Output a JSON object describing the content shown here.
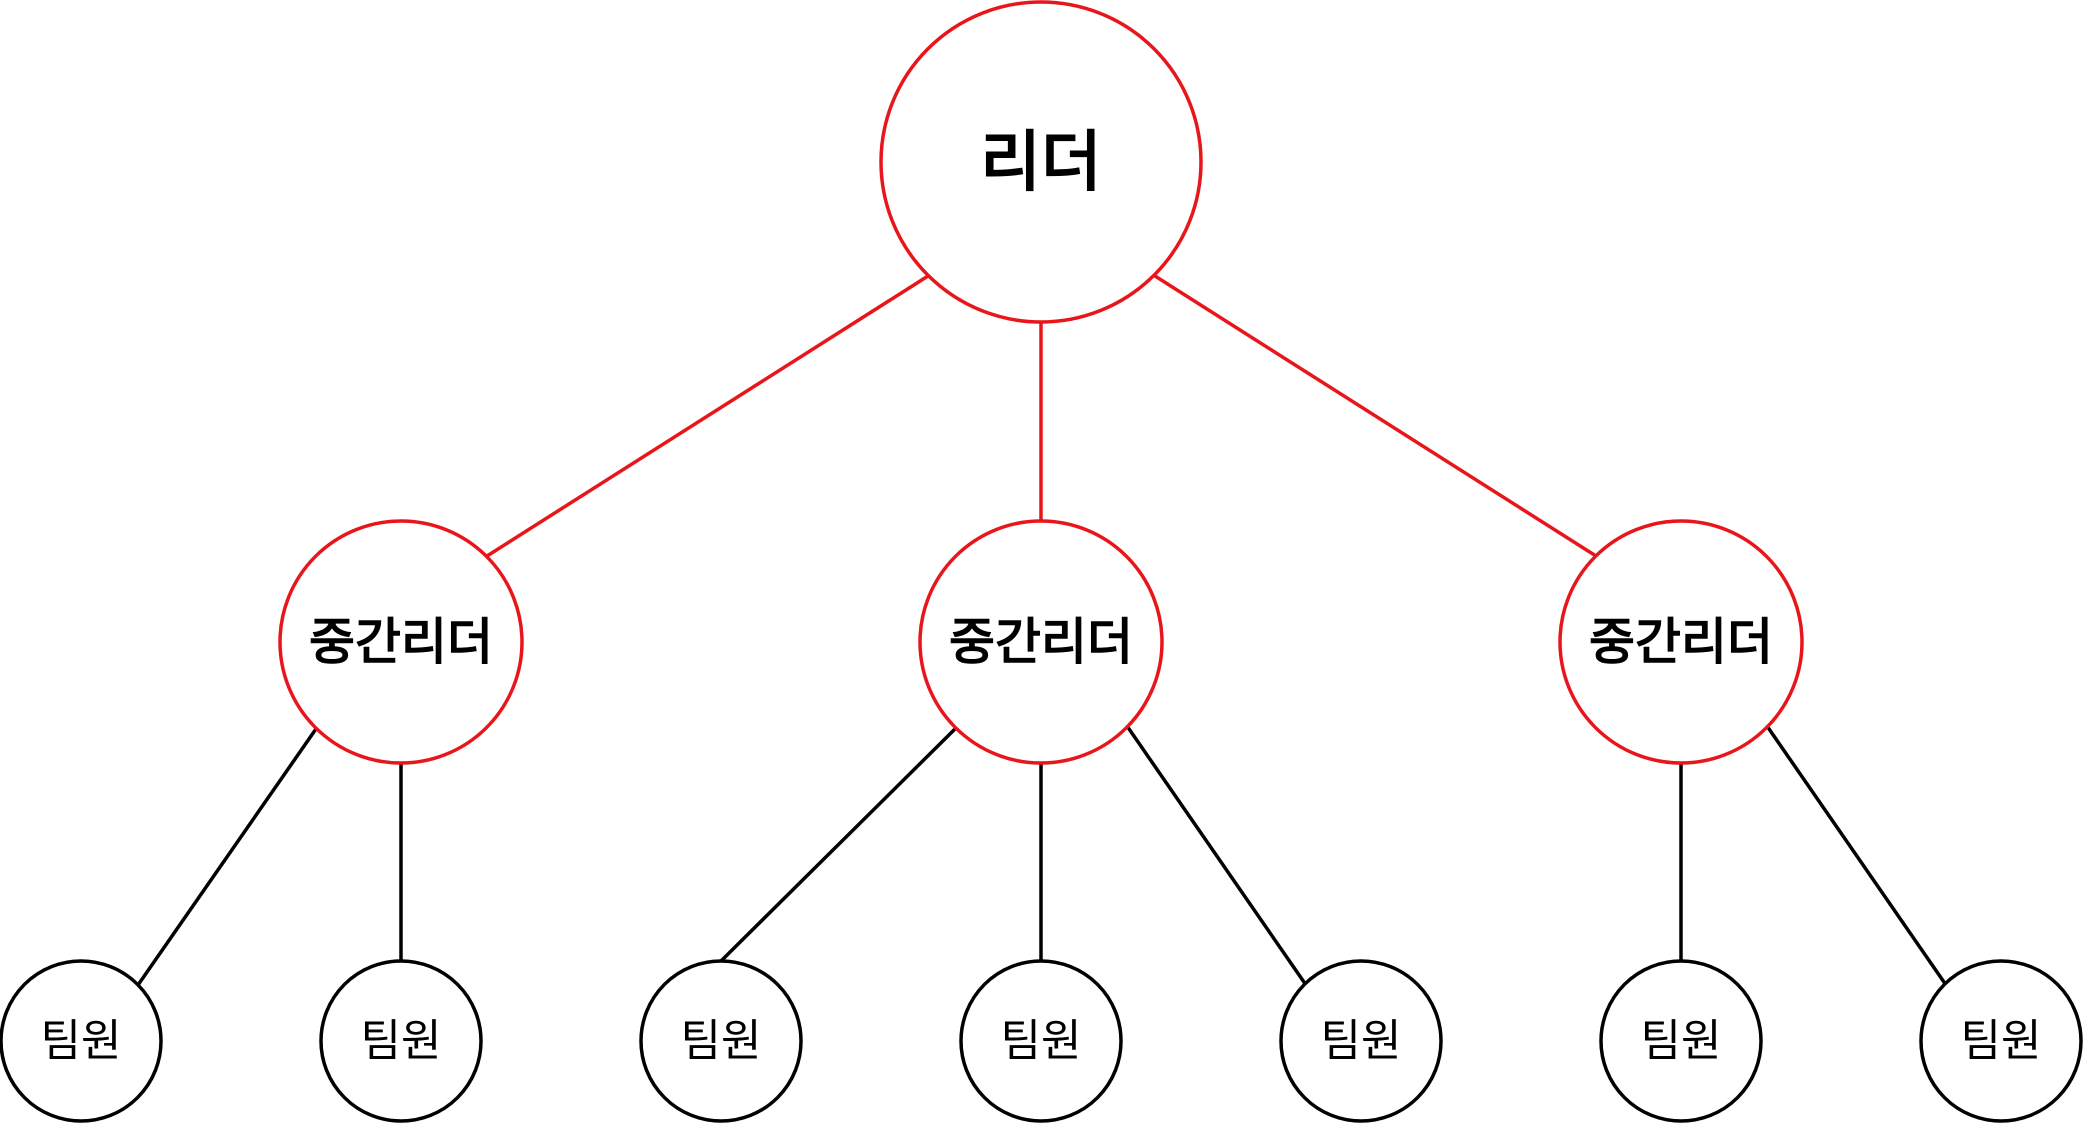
{
  "colors": {
    "leader_stroke": "#e8161b",
    "member_stroke": "#000000",
    "text": "#000000",
    "background": "#ffffff"
  },
  "leader": {
    "label": "리더"
  },
  "middle_leaders": [
    {
      "label": "중간리더"
    },
    {
      "label": "중간리더"
    },
    {
      "label": "중간리더"
    }
  ],
  "team_members": [
    {
      "label": "팀원"
    },
    {
      "label": "팀원"
    },
    {
      "label": "팀원"
    },
    {
      "label": "팀원"
    },
    {
      "label": "팀원"
    },
    {
      "label": "팀원"
    },
    {
      "label": "팀원"
    }
  ]
}
